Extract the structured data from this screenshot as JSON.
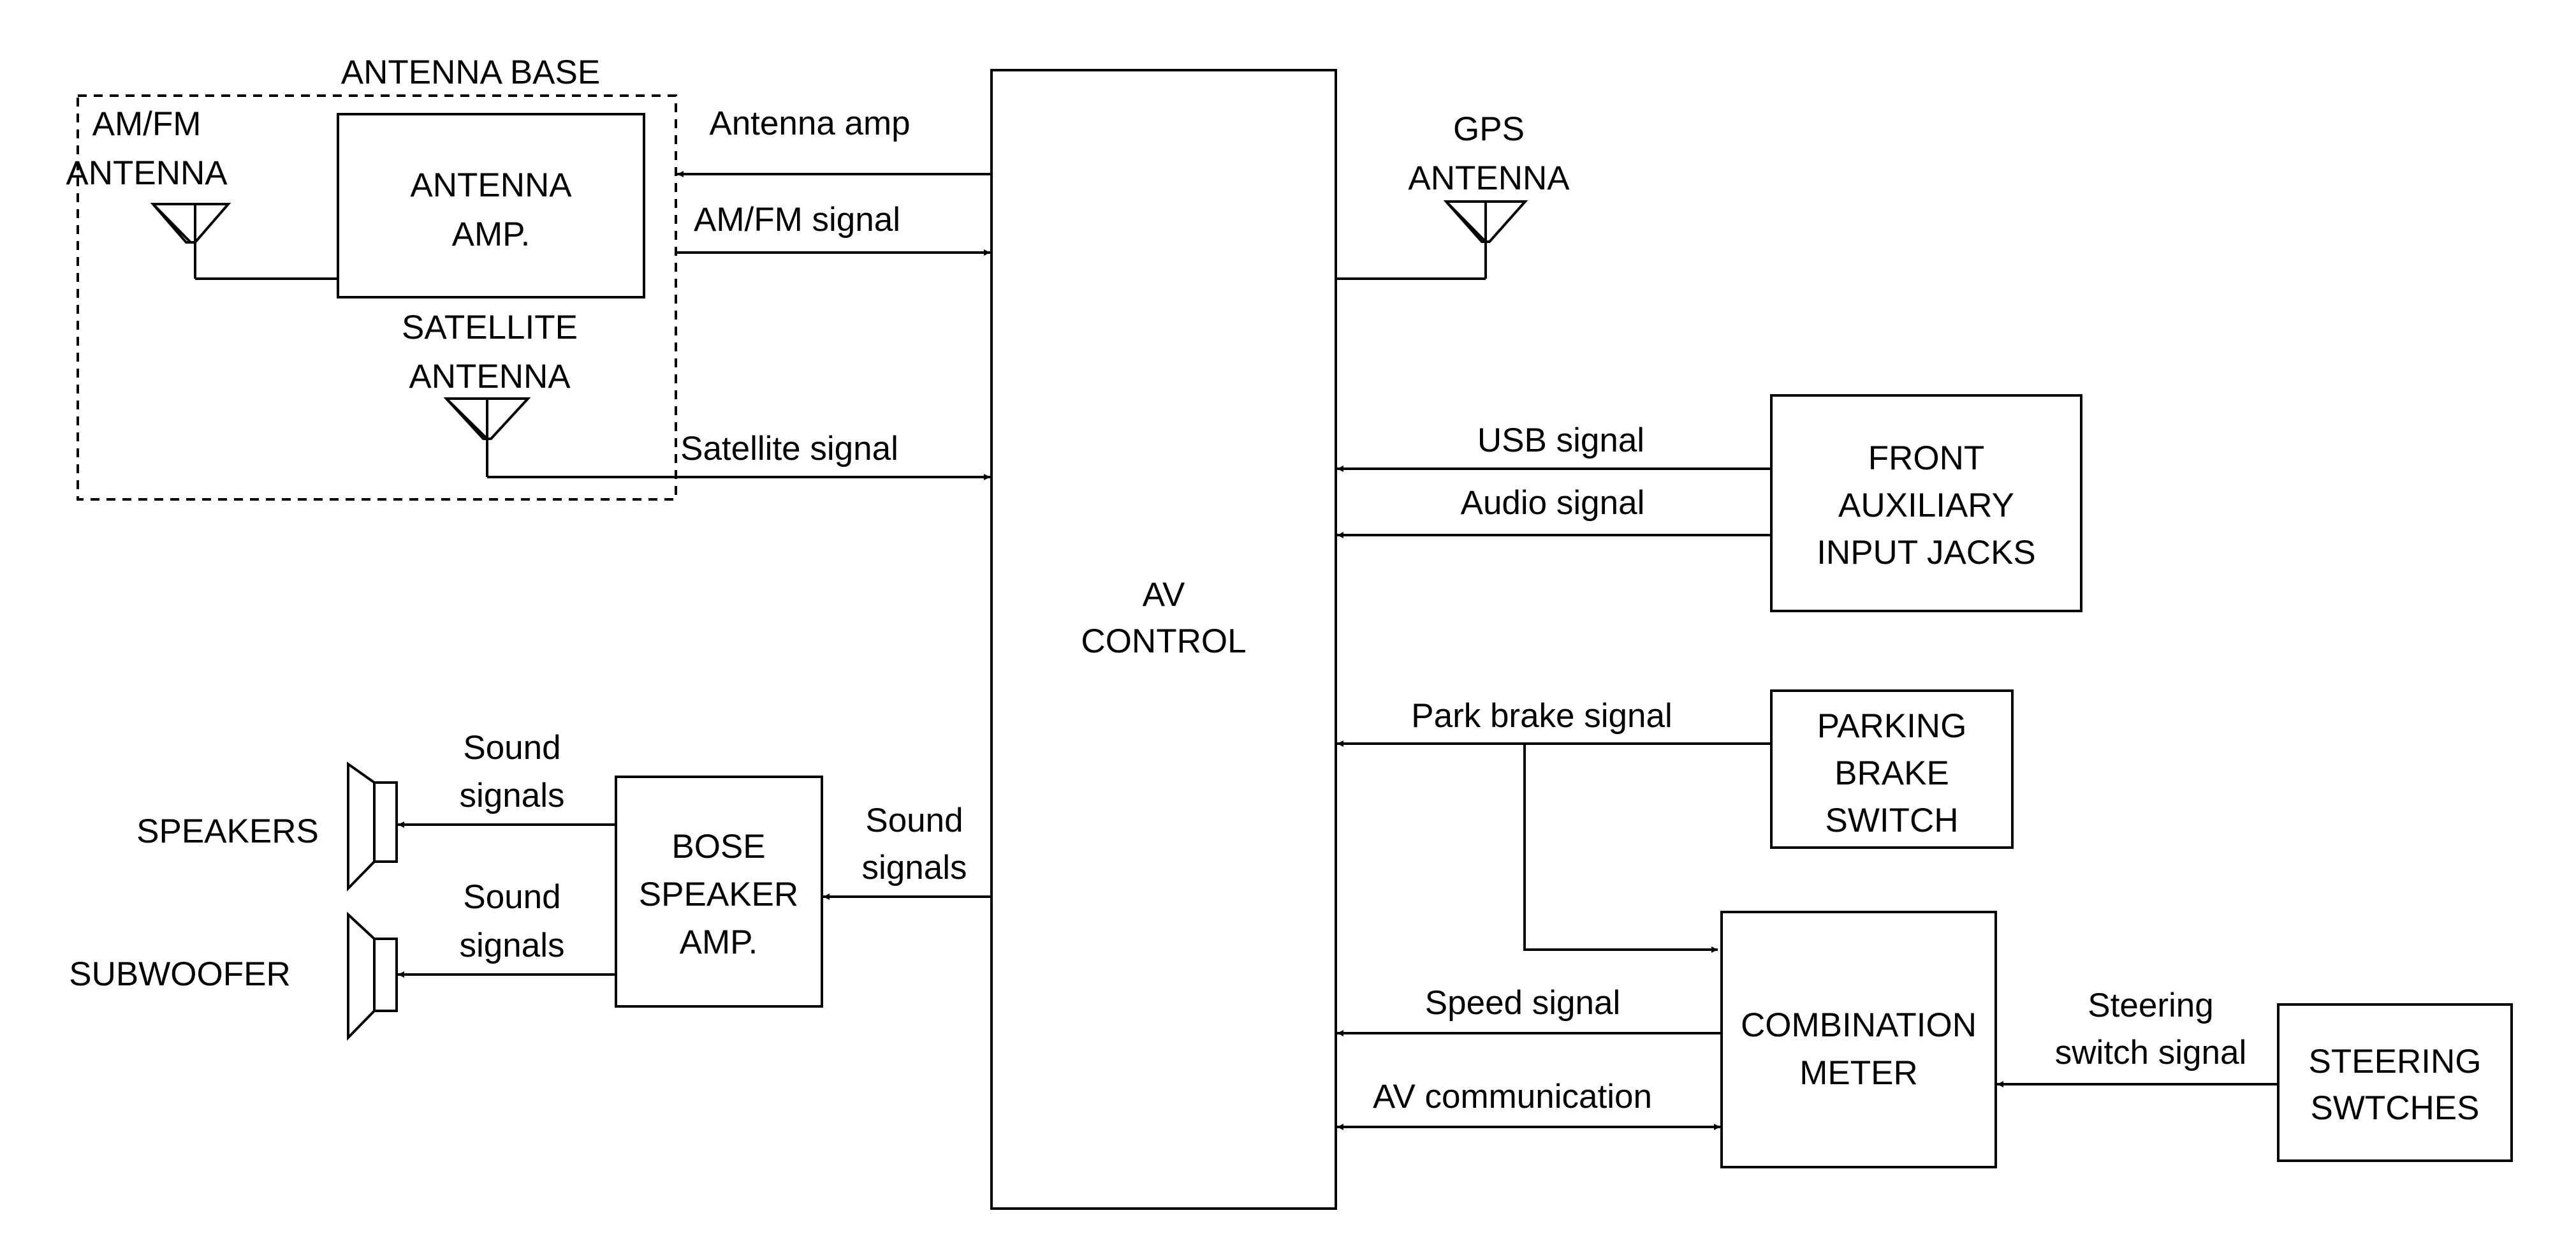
{
  "groups": {
    "antenna_base": "ANTENNA BASE"
  },
  "components": {
    "am_fm_antenna": [
      "AM/FM",
      "ANTENNA"
    ],
    "antenna_amp": [
      "ANTENNA",
      "AMP."
    ],
    "satellite_antenna": [
      "SATELLITE",
      "ANTENNA"
    ],
    "av_control": [
      "AV",
      "CONTROL"
    ],
    "gps_antenna": [
      "GPS",
      "ANTENNA"
    ],
    "front_aux": [
      "FRONT",
      "AUXILIARY",
      "INPUT JACKS"
    ],
    "parking_brake_switch": [
      "PARKING",
      "BRAKE",
      "SWITCH"
    ],
    "combination_meter": [
      "COMBINATION",
      "METER"
    ],
    "steering_switches": [
      "STEERING",
      "SWTCHES"
    ],
    "bose_amp": [
      "BOSE",
      "SPEAKER",
      "AMP."
    ],
    "speakers": "SPEAKERS",
    "subwoofer": "SUBWOOFER"
  },
  "signals": {
    "antenna_amp": "Antenna amp",
    "am_fm_signal": "AM/FM signal",
    "satellite_signal": "Satellite signal",
    "usb_signal": "USB signal",
    "audio_signal": "Audio signal",
    "park_brake_signal": "Park brake signal",
    "speed_signal": "Speed signal",
    "av_communication": "AV communication",
    "steering_switch_signal": [
      "Steering",
      "switch signal"
    ],
    "sound_signals_av": [
      "Sound",
      "signals"
    ],
    "sound_signals_speakers": [
      "Sound",
      "signals"
    ],
    "sound_signals_subwoofer": [
      "Sound",
      "signals"
    ]
  }
}
